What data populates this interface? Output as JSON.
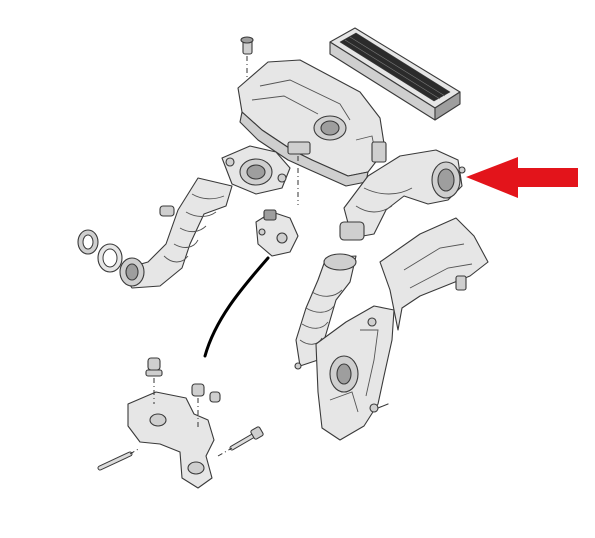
{
  "diagram": {
    "parts": [
      {
        "name": "air-filter-housing",
        "icon": "housing-shape"
      },
      {
        "name": "air-filter-element",
        "icon": "filter-panel-shape"
      },
      {
        "name": "housing-bolt",
        "icon": "bolt-shape"
      },
      {
        "name": "throttle-adapter",
        "icon": "adapter-shape"
      },
      {
        "name": "intake-hose-left",
        "icon": "corrugated-hose-shape"
      },
      {
        "name": "hose-clamp-a",
        "icon": "clamp-ring-shape"
      },
      {
        "name": "hose-clamp-b",
        "icon": "clamp-ring-shape"
      },
      {
        "name": "mount-valve",
        "icon": "valve-shape"
      },
      {
        "name": "intake-duct-upper",
        "icon": "duct-shape"
      },
      {
        "name": "heat-shield",
        "icon": "shield-plate-shape"
      },
      {
        "name": "intake-duct-lower",
        "icon": "corrugated-duct-shape"
      },
      {
        "name": "resonator-bracket",
        "icon": "bracket-shape"
      },
      {
        "name": "support-bracket",
        "icon": "support-shape"
      },
      {
        "name": "stud-bolt",
        "icon": "stud-shape"
      },
      {
        "name": "hex-bolt",
        "icon": "bolt-shape"
      }
    ],
    "highlight": {
      "target": "intake-duct-upper",
      "icon": "arrow-left-icon",
      "color": "#e3141b"
    },
    "colors": {
      "line": "#3a3a3a",
      "fill": "#e6e6e6",
      "shade": "#9e9e9e"
    }
  }
}
